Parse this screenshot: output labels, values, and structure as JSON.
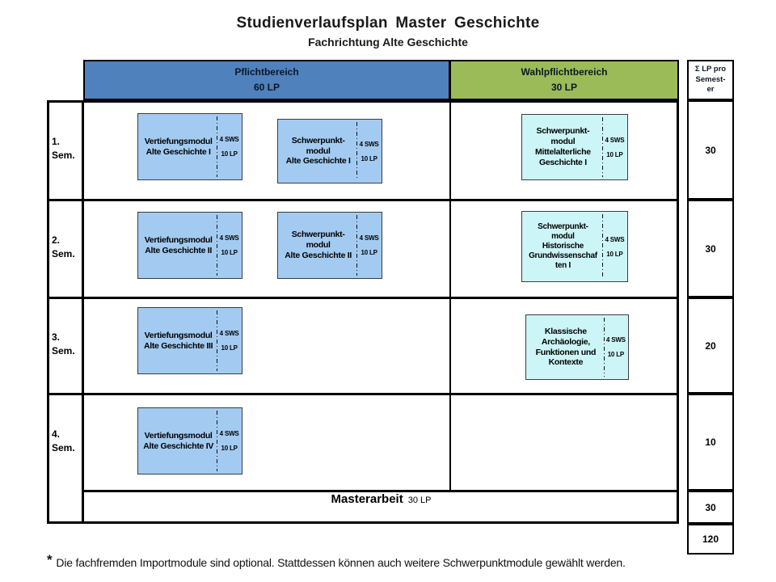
{
  "title": "Studienverlaufsplan Master Geschichte",
  "subtitle": "Fachrichtung Alte Geschichte",
  "colors": {
    "pflicht_header": "#4f81bd",
    "wahlpflicht_header": "#9bbb59",
    "pflicht_module_fill": "#a3cbf1",
    "wahlpflicht_module_fill": "#ccf5f7"
  },
  "headers": {
    "pflicht": "Pflichtbereich\n60 LP",
    "wahlpflicht": "Wahlpflichtbereich\n30 LP",
    "sum": "Σ LP pro\nSemest-\ner"
  },
  "semesters": [
    "1.\nSem.",
    "2.\nSem.",
    "3.\nSem.",
    "4.\nSem."
  ],
  "modules": {
    "r1p1": {
      "name": "Vertiefungsmodul\nAlte Geschichte I",
      "sws": "4 SWS",
      "lp": "10 LP"
    },
    "r1p2": {
      "name": "Schwerpunkt-\nmodul\nAlte Geschichte I",
      "sws": "4 SWS",
      "lp": "10 LP"
    },
    "r1w": {
      "name": "Schwerpunkt-\nmodul\nMittelalterliche\nGeschichte I",
      "sws": "4 SWS",
      "lp": "10 LP"
    },
    "r2p1": {
      "name": "Vertiefungsmodul\nAlte Geschichte II",
      "sws": "4 SWS",
      "lp": "10 LP"
    },
    "r2p2": {
      "name": "Schwerpunkt-\nmodul\nAlte Geschichte II",
      "sws": "4 SWS",
      "lp": "10 LP"
    },
    "r2w": {
      "name": "Schwerpunkt-\nmodul\nHistorische\nGrundwissenschaf\nten I",
      "sws": "4 SWS",
      "lp": "10 LP"
    },
    "r3p1": {
      "name": "Vertiefungsmodul\nAlte Geschichte III",
      "sws": "4 SWS",
      "lp": "10 LP"
    },
    "r3w": {
      "name": "Klassische\nArchäologie,\nFunktionen und\nKontexte",
      "sws": "4 SWS",
      "lp": "10 LP"
    },
    "r4p1": {
      "name": "Vertiefungsmodul\nAlte Geschichte IV",
      "sws": "4 SWS",
      "lp": "10 LP"
    }
  },
  "sums": [
    "30",
    "30",
    "20",
    "10"
  ],
  "masterarbeit": {
    "title": "Masterarbeit",
    "lp": "30 LP",
    "sum": "30"
  },
  "total": "120",
  "footnote": {
    "marker": "*",
    "text": "Die fachfremden Importmodule  sind optional. Stattdessen können auch weitere Schwerpunktmodule  gewählt werden."
  }
}
